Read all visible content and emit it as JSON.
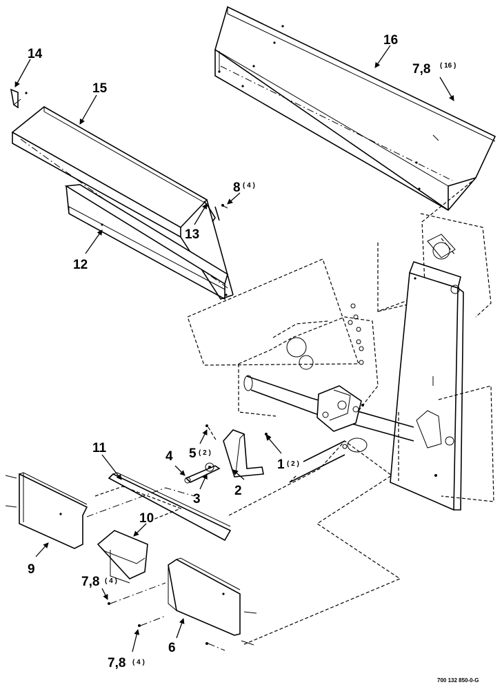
{
  "callouts": {
    "c1": "1",
    "c1_qty": "( 2 )",
    "c2": "2",
    "c3": "3",
    "c4": "4",
    "c5": "5",
    "c5_qty": "( 2 )",
    "c6": "6",
    "c78_top": "7,8",
    "c78_top_qty": "( 16 )",
    "c78_mid": "7,8",
    "c78_mid_qty": "( 4 )",
    "c78_bot": "7,8",
    "c78_bot_qty": "( 4 )",
    "c8": "8",
    "c8_qty": "( 4 )",
    "c9": "9",
    "c10": "10",
    "c11": "11",
    "c12": "12",
    "c13": "13",
    "c14": "14",
    "c15": "15",
    "c16": "16"
  },
  "figure_id": "700 132 850-0-G"
}
